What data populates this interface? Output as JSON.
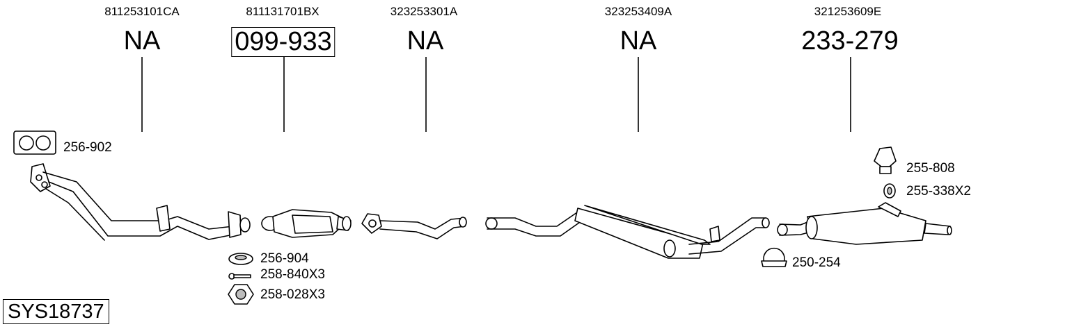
{
  "columns": [
    {
      "oem": "811253101CA",
      "part": "NA"
    },
    {
      "oem": "811131701BX",
      "part": "099-933"
    },
    {
      "oem": "323253301A",
      "part": "NA"
    },
    {
      "oem": "323253409A",
      "part": "NA"
    },
    {
      "oem": "321253609E",
      "part": "233-279"
    }
  ],
  "accessories": {
    "gasket": "256-902",
    "ring": "256-904",
    "bolt": "258-840X3",
    "nut": "258-028X3",
    "hanger": "255-808",
    "rubber_ring": "255-338X2",
    "clamp": "250-254"
  },
  "system_id": "SYS18737"
}
